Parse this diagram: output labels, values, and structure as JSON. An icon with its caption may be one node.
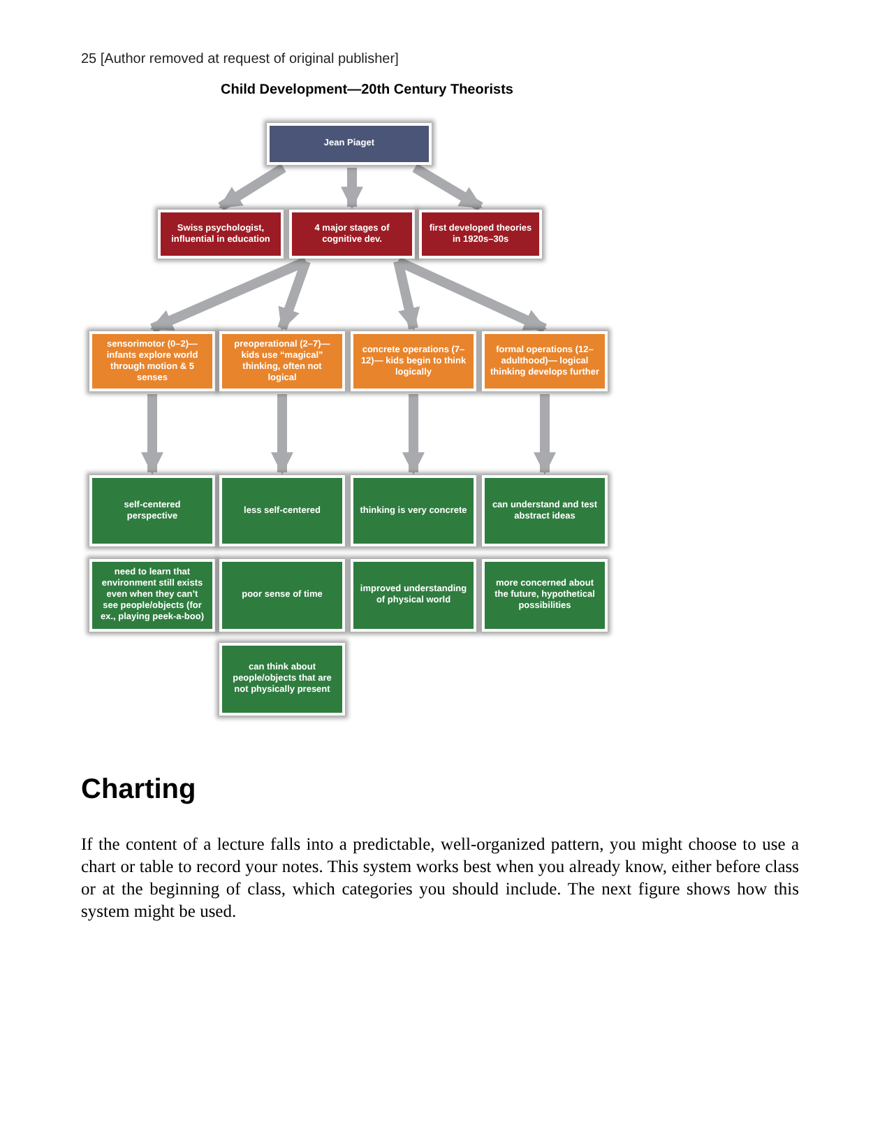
{
  "diagram": {
    "title": "Child Development—20th Century Theorists",
    "nodes": [
      {
        "text": [
          "Jean Piaget"
        ]
      },
      {
        "text": [
          "Swiss psychologist, influential in education"
        ]
      },
      {
        "text": [
          "4 major stages of cognitive dev."
        ]
      },
      {
        "text": [
          "first developed theories in 1920s–30s"
        ]
      },
      {
        "text": [
          "sensorimotor (0–2)— infants explore world through motion & 5 senses"
        ]
      },
      {
        "text": [
          "preoperational (2–7)— kids use “magical” thinking, often not logical"
        ]
      },
      {
        "text": [
          "concrete operations (7–12)— kids begin to think logically"
        ]
      },
      {
        "text": [
          "formal operations (12–adulthood)— logical thinking develops further"
        ]
      },
      {
        "text": [
          "self-centered perspective"
        ]
      },
      {
        "text": [
          "less self-centered"
        ]
      },
      {
        "text": [
          "thinking is very concrete"
        ]
      },
      {
        "text": [
          "can understand and test abstract ideas"
        ]
      },
      {
        "text": [
          "need to learn that environment still exists even when they can’t see people/objects (for ex., playing peek-a-boo)"
        ]
      },
      {
        "text": [
          "poor sense of time"
        ]
      },
      {
        "text": [
          "improved understanding of physical world"
        ]
      },
      {
        "text": [
          "more concerned about the future, hypothetical possibilities"
        ]
      },
      {
        "text": [
          "can think about people/objects that are not physically present"
        ]
      }
    ],
    "edges": [
      {
        "from": 0,
        "to": 1,
        "arrow": "to"
      },
      {
        "from": 0,
        "to": 2,
        "arrow": "to"
      },
      {
        "from": 0,
        "to": 3,
        "arrow": "to"
      },
      {
        "from": 2,
        "to": 4,
        "arrow": "to"
      },
      {
        "from": 2,
        "to": 5,
        "arrow": "to"
      },
      {
        "from": 2,
        "to": 6,
        "arrow": "to"
      },
      {
        "from": 2,
        "to": 7,
        "arrow": "to"
      },
      {
        "from": 4,
        "to": 8,
        "arrow": "to"
      },
      {
        "from": 5,
        "to": 9,
        "arrow": "to"
      },
      {
        "from": 6,
        "to": 10,
        "arrow": "to"
      },
      {
        "from": 7,
        "to": 11,
        "arrow": "to"
      }
    ],
    "labels": [
      "25 [Author removed at request of original publisher]",
      "Charting",
      "If the content of a lecture falls into a predictable, well-organized pattern, you might choose to use a chart or table to record your notes. This system works best when you already know, either before class or at the beginning of class, which categories you should include. The next figure shows how this system might be used."
    ]
  }
}
